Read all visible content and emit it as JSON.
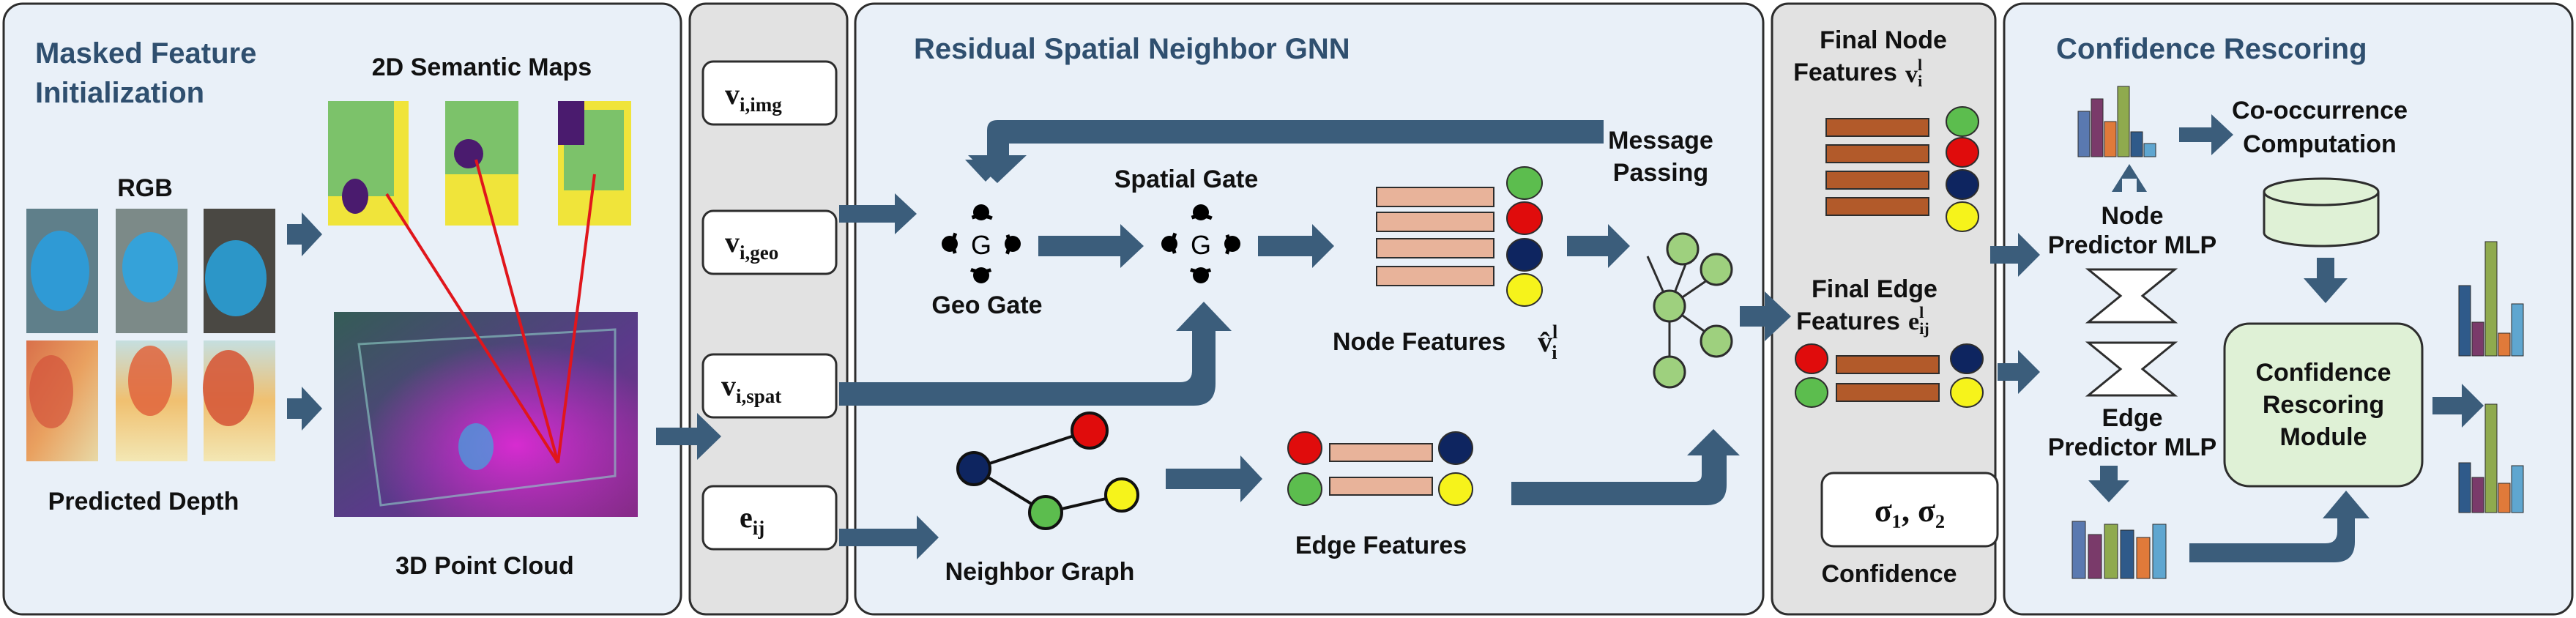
{
  "panels": {
    "masked_init": {
      "title_line1": "Masked Feature",
      "title_line2": "Initialization"
    },
    "gnn": {
      "title": "Residual Spatial  Neighbor GNN"
    },
    "rescoring": {
      "title": "Confidence Rescoring"
    }
  },
  "labels": {
    "rgb": "RGB",
    "predicted_depth": "Predicted Depth",
    "semantic_maps": "2D Semantic Maps",
    "point_cloud": "3D Point Cloud",
    "geo_gate": "Geo Gate",
    "spatial_gate": "Spatial Gate",
    "gate_symbol": "G",
    "node_features": "Node Features",
    "message_passing_line1": "Message",
    "message_passing_line2": "Passing",
    "neighbor_graph": "Neighbor Graph",
    "edge_features": "Edge Features",
    "final_node_line1": "Final Node",
    "final_node_line2": "Features",
    "final_edge_line1": "Final Edge",
    "final_edge_line2": "Features",
    "confidence": "Confidence",
    "node_mlp_line1": "Node",
    "node_mlp_line2": "Predictor MLP",
    "edge_mlp_line1": "Edge",
    "edge_mlp_line2": "Predictor MLP",
    "cooccur_line1": "Co-occurrence",
    "cooccur_line2": "Computation",
    "module_line1": "Confidence",
    "module_line2": "Rescoring",
    "module_line3": "Module"
  },
  "math": {
    "v_img": {
      "base": "v",
      "sub": "i,img"
    },
    "v_geo": {
      "base": "v",
      "sub": "i,geo"
    },
    "v_spat": {
      "base": "v",
      "sub": "i,spat"
    },
    "e_ij": {
      "base": "e",
      "sub": "ij"
    },
    "node_hat": {
      "base": "v̂",
      "sup": "l",
      "sub": "i"
    },
    "final_node": {
      "base": "v",
      "sup": "l",
      "sub": "i"
    },
    "final_edge": {
      "base": "e",
      "sup": "l",
      "sub": "ij"
    },
    "sigma": "σ₁, σ₂"
  },
  "colors": {
    "arrow": "#3b5d7b",
    "panel_fill": "#e9f0f8",
    "middle_fill": "#e2e2e2",
    "feature_bar": "#e8b39a",
    "final_bar": "#b25a2a",
    "green": "#5cbd4e",
    "red": "#e00c0c",
    "navy": "#0e2560",
    "yellow": "#f6f31b",
    "graph_node": "#9ed07e"
  },
  "icons": [
    "gate-icon",
    "graph-icon",
    "database-icon",
    "mlp-bowtie-icon",
    "histogram-icon"
  ]
}
